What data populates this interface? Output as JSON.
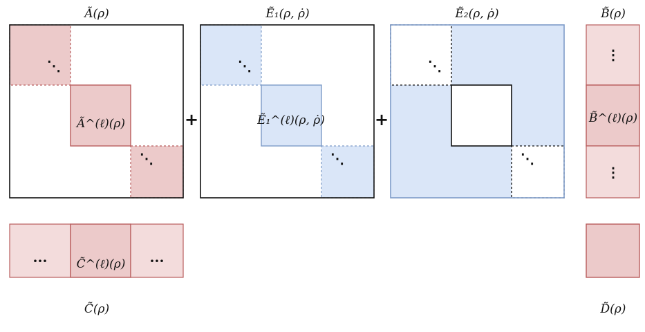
{
  "labels": {
    "a_top": "Ã(ρ)",
    "e1_top": "Ẽ₁(ρ, ρ̇)",
    "e2_top": "Ẽ₂(ρ, ρ̇)",
    "b_top": "B̃(ρ)",
    "c_bottom": "C̃(ρ)",
    "d_bottom": "D̃(ρ)",
    "a_block": "Ã^(ℓ)(ρ)",
    "e1_block": "Ẽ₁^(ℓ)(ρ, ρ̇)",
    "b_block": "B̃^(ℓ)(ρ)",
    "c_block": "C̃^(ℓ)(ρ)"
  },
  "operators": {
    "plus1": "+",
    "plus2": "+"
  },
  "ellipses": {
    "horizontal": "···",
    "vertical": "⋮",
    "diagonal": "⋱"
  },
  "colors": {
    "red_fill": "#eccaca",
    "red_fill_light": "#f3dcdc",
    "red_stroke": "#b85c5c",
    "blue_fill": "#dae6f8",
    "blue_stroke": "#7d9bc8",
    "black": "#111111"
  }
}
